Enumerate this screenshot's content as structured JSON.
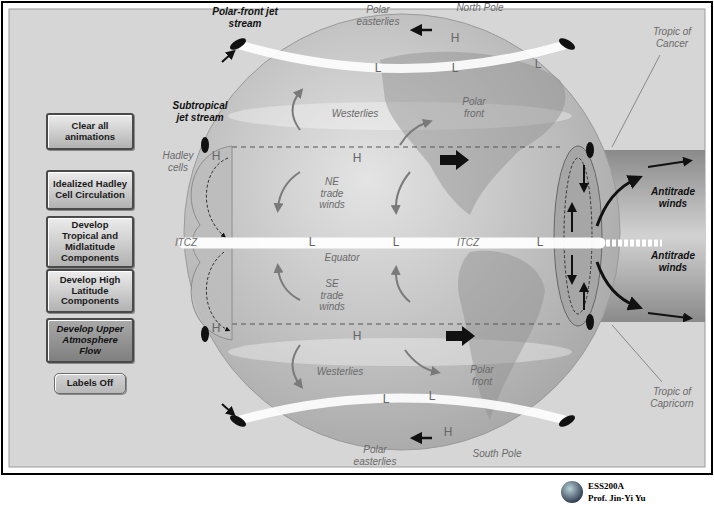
{
  "diagram": {
    "nodes": [
      {
        "text": [
          "Clear all animations"
        ]
      },
      {
        "text": [
          "Idealized Hadley Cell Circulation"
        ]
      },
      {
        "text": [
          "Develop Tropical and Midlatitude Components"
        ]
      },
      {
        "text": [
          "Develop High Latitude Components"
        ]
      },
      {
        "text": [
          "Develop Upper Atmosphere Flow"
        ]
      },
      {
        "text": [
          "Labels Off"
        ]
      }
    ],
    "labels": [
      "Polar-front jet stream",
      "Polar easterlies",
      "North Pole",
      "H",
      "L",
      "L",
      "L",
      "Subtropical jet stream",
      "Westerlies",
      "Polar front",
      "Tropic of Cancer",
      "Hadley cells",
      "H",
      "H",
      "NE trade winds",
      "ITCZ",
      "L",
      "L",
      "ITCZ",
      "L",
      "Equator",
      "Antitrade winds",
      "Antitrade winds",
      "SE trade winds",
      "H",
      "H",
      "Westerlies",
      "Polar front",
      "L",
      "L",
      "Tropic of Capricorn",
      "H",
      "Polar easterlies",
      "South Pole",
      "ESS200A",
      "Prof. Jin-Yi Yu"
    ]
  }
}
